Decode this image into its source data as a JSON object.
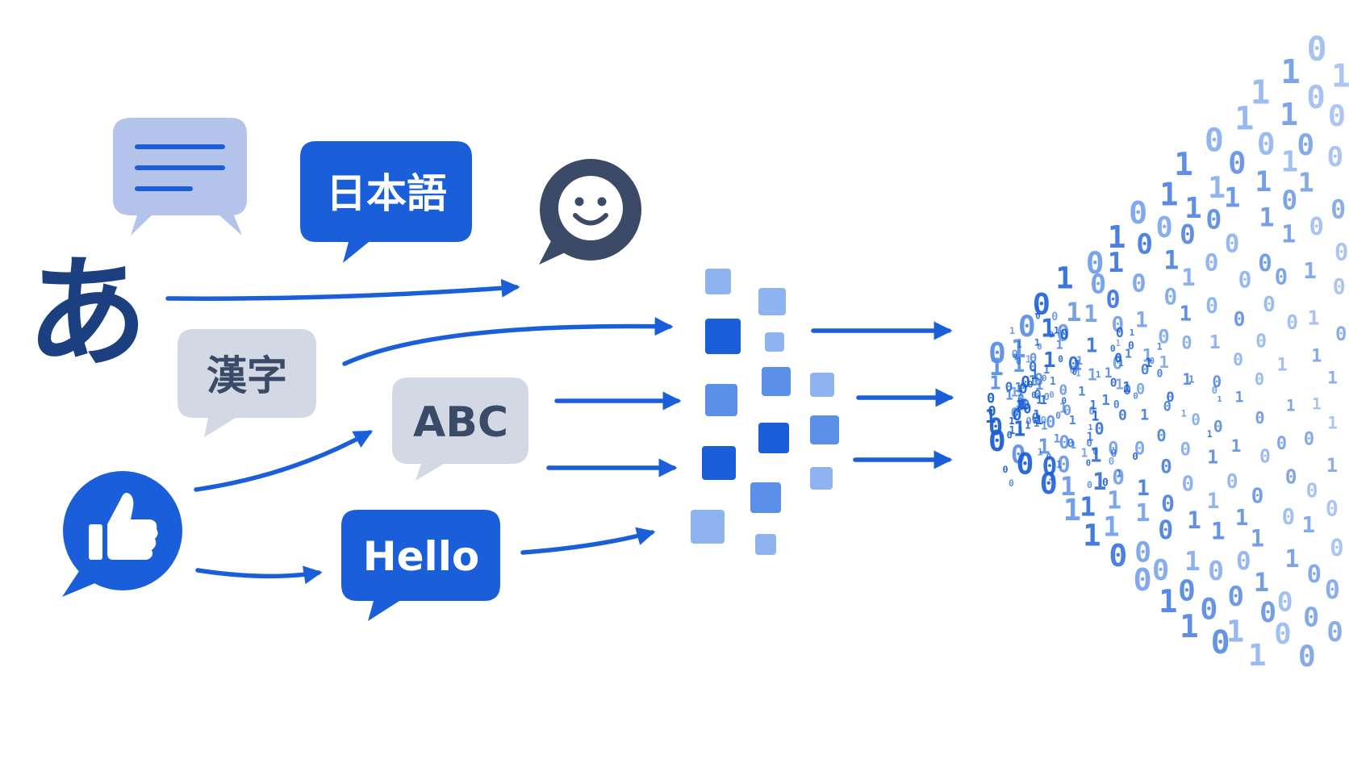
{
  "hiragana": "あ",
  "bubbles": {
    "japanese": "日本語",
    "kanji": "漢字",
    "abc": "ABC",
    "hello": "Hello"
  },
  "icons": [
    "text-lines-icon",
    "smiley-icon",
    "thumbs-up-icon"
  ],
  "colors": {
    "primary_blue": "#1a5fd9",
    "navy": "#1b3f7f",
    "dark_slate": "#3b4a66",
    "light_periwinkle": "#b4c3ea",
    "light_gray": "#d3d9e4",
    "token_mid": "#5c8fe8",
    "token_light": "#8fb2f0"
  },
  "binary_digits": [
    "0",
    "1"
  ]
}
